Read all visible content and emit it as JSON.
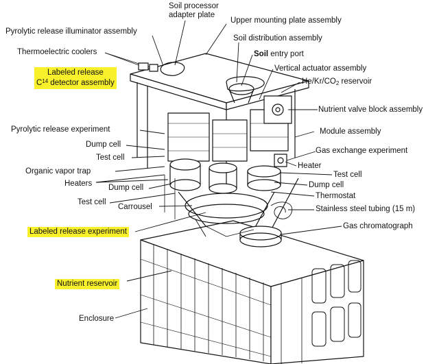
{
  "labels": {
    "soil_processor_adapter_plate": [
      "Soil processor",
      "adapter plate"
    ],
    "upper_mounting_plate": "Upper mounting plate assembly",
    "pyrolytic_illuminator": "Pyrolytic release illuminator assembly",
    "soil_distribution": "Soil distribution assembly",
    "thermoelectric_coolers": "Thermoelectric coolers",
    "soil_entry_port": {
      "bold": "Soil",
      "rest": " entry port"
    },
    "vertical_actuator": "Vertical actuator assembly",
    "lr_detector": {
      "line1": "Labeled release",
      "c": "C",
      "sup": "14",
      "rest": " detector assembly"
    },
    "reservoir": {
      "pre": "He/Kr/CO",
      "sub": "2",
      "post": " reservoir"
    },
    "nutrient_valve": "Nutrient valve block assembly",
    "pyrolytic_experiment": "Pyrolytic release  experiment",
    "module_assembly": "Module assembly",
    "dump_cell_left": "Dump cell",
    "gas_exchange": "Gas exchange experiment",
    "test_cell_left": "Test cell",
    "heater": "Heater",
    "organic_vapor_trap": "Organic vapor trap",
    "test_cell_right": "Test cell",
    "heaters": "Heaters",
    "dump_cell_mid": "Dump cell",
    "dump_cell_right": "Dump cell",
    "thermostat": "Thermostat",
    "test_cell_lower": "Test cell",
    "carrousel": "Carrousel",
    "stainless_tubing": "Stainless steel tubing (15 m)",
    "lr_experiment": "Labeled release experiment",
    "gas_chromatograph": "Gas chromatograph",
    "nutrient_reservoir": "Nutrient reservoir",
    "enclosure": "Enclosure"
  },
  "colors": {
    "highlight": "#f7f02a",
    "ink": "#111111"
  }
}
